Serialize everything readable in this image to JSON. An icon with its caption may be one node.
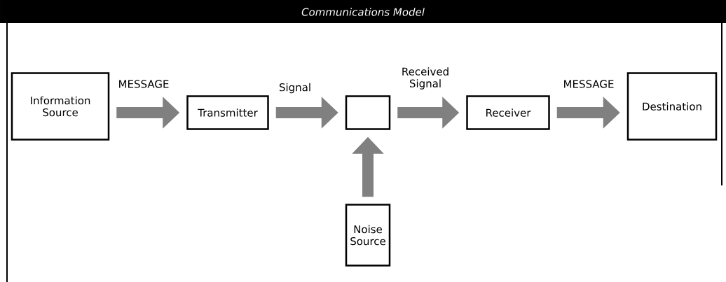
{
  "diagram": {
    "title": "Communications Model",
    "nodes": [
      {
        "text": [
          "Information Source"
        ]
      },
      {
        "text": [
          "Transmitter"
        ]
      },
      {
        "text": [],
        "shape": "box"
      },
      {
        "text": [
          "Receiver"
        ]
      },
      {
        "text": [
          "Destination"
        ]
      },
      {
        "text": [
          "Noise Source"
        ]
      }
    ],
    "edges": [
      {
        "from": 0,
        "to": 1,
        "arrow": "to",
        "label": "MESSAGE"
      },
      {
        "from": 1,
        "to": 2,
        "arrow": "to",
        "label": "Signal"
      },
      {
        "from": 2,
        "to": 3,
        "arrow": "to",
        "label": "Received Signal"
      },
      {
        "from": 3,
        "to": 4,
        "arrow": "to",
        "label": "MESSAGE"
      },
      {
        "from": 5,
        "to": 2,
        "arrow": "to"
      }
    ]
  }
}
